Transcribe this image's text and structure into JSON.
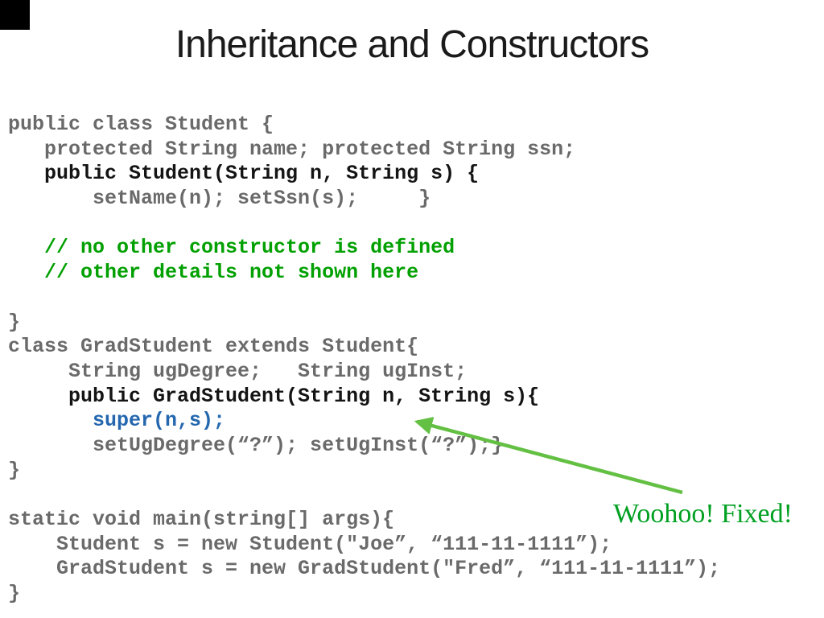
{
  "slide": {
    "title": "Inheritance and Constructors",
    "annotation": "Woohoo! Fixed!"
  },
  "colors": {
    "code_gray": "#6a6a6a",
    "code_black": "#141414",
    "comment_green": "#00a000",
    "keyword_blue": "#2467af",
    "arrow_green": "#63c043",
    "annotation_green": "#00a021",
    "title_black": "#1a1a1a"
  },
  "code": {
    "lines": [
      {
        "text": "public class Student {",
        "color": "gray"
      },
      {
        "text": "   protected String name; protected String ssn;",
        "color": "gray"
      },
      {
        "text": "   public Student(String n, String s) {",
        "color": "black"
      },
      {
        "text": "       setName(n); setSsn(s);     }",
        "color": "gray"
      },
      {
        "text": "",
        "color": "gray"
      },
      {
        "text": "   // no other constructor is defined",
        "color": "green"
      },
      {
        "text": "   // other details not shown here",
        "color": "green"
      },
      {
        "text": "",
        "color": "gray"
      },
      {
        "text": "}",
        "color": "gray"
      },
      {
        "text": "class GradStudent extends Student{",
        "color": "gray"
      },
      {
        "text": "     String ugDegree;   String ugInst;",
        "color": "gray"
      },
      {
        "text": "     public GradStudent(String n, String s){",
        "color": "black"
      },
      {
        "text": "       super(n,s);",
        "color": "blue"
      },
      {
        "text": "       setUgDegree(“?”); setUgInst(“?”);}",
        "color": "gray"
      },
      {
        "text": "}",
        "color": "gray"
      },
      {
        "text": "",
        "color": "gray"
      },
      {
        "text": "static void main(string[] args){",
        "color": "gray"
      },
      {
        "text": "    Student s = new Student(\"Joe”, “111-11-1111”);",
        "color": "gray"
      },
      {
        "text": "    GradStudent s = new GradStudent(\"Fred”, “111-11-1111”);",
        "color": "gray"
      },
      {
        "text": "}",
        "color": "gray"
      }
    ]
  }
}
